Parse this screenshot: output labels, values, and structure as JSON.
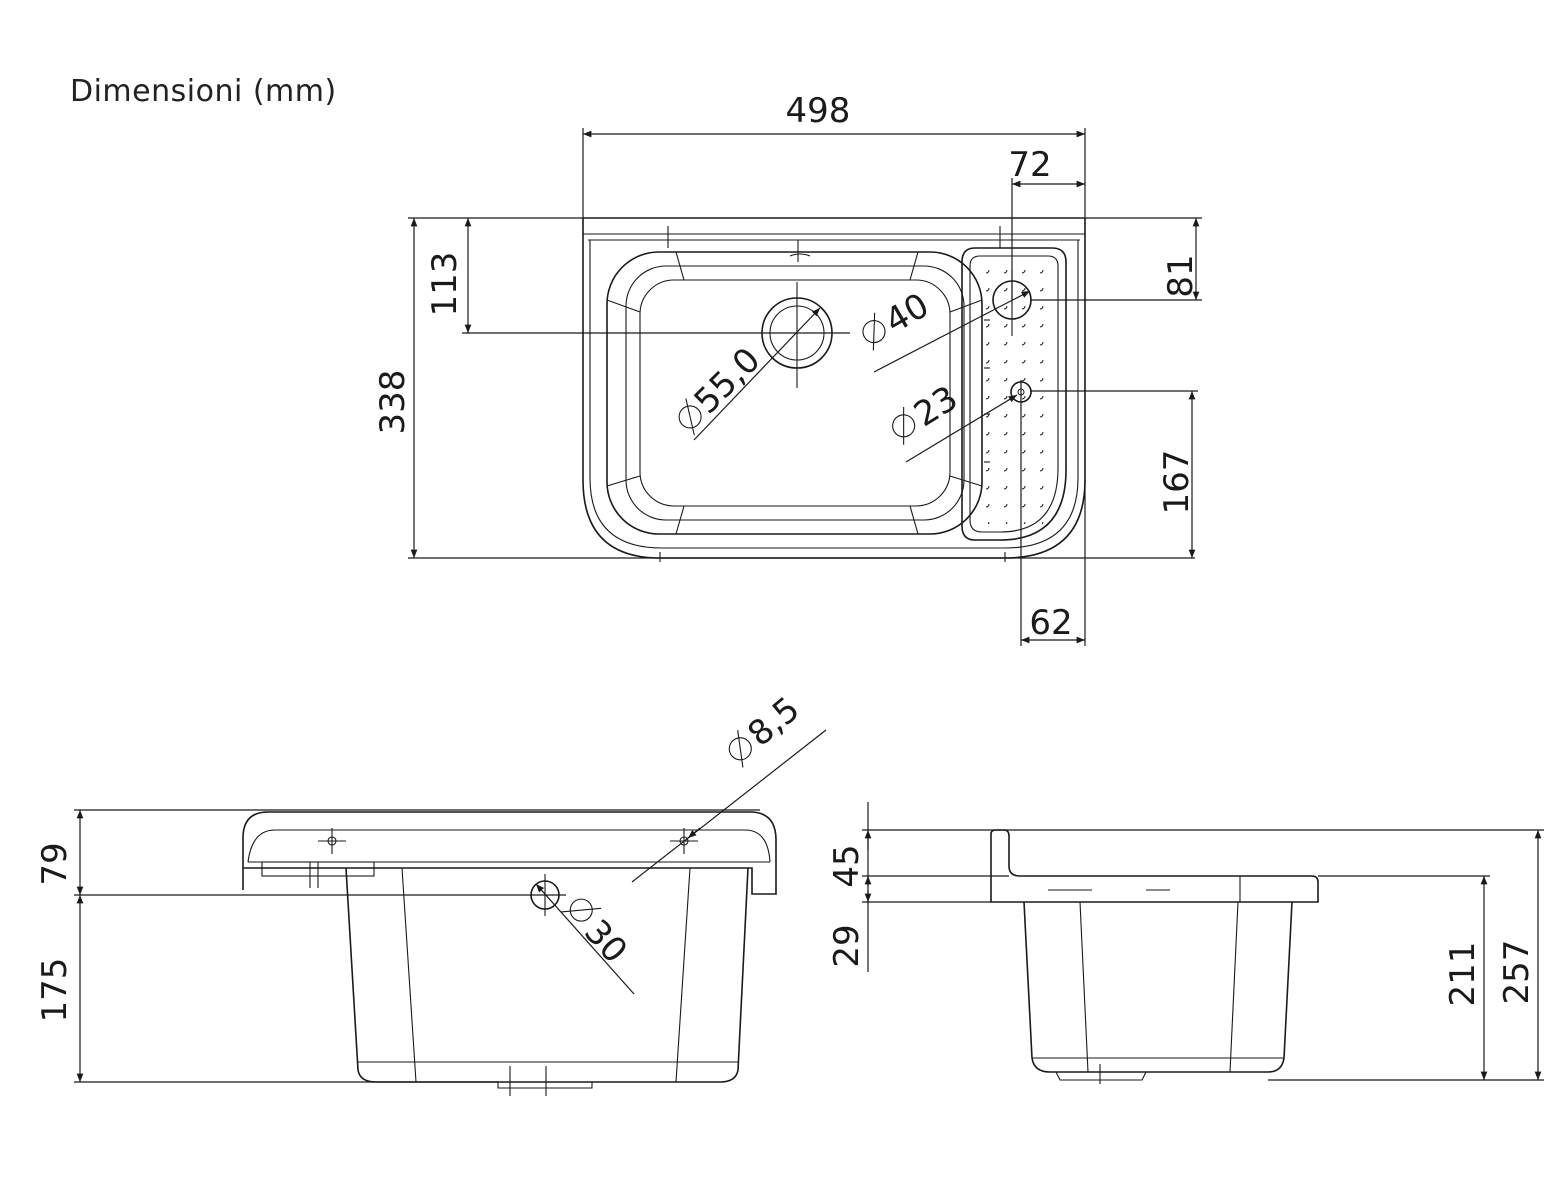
{
  "title": "Dimensioni (mm)",
  "dimensions": {
    "overall_width": "498",
    "drainboard_width": "72",
    "overall_depth": "338",
    "drain_offset_y": "113",
    "overflow_offset_y": "81",
    "tap_hole_offset_y": "167",
    "tap_hole_offset_x": "62",
    "drain_diameter": "55,0",
    "overflow_diameter": "40",
    "tap_hole_diameter": "23",
    "fixing_hole_diameter": "8,5",
    "rear_hole_diameter": "30",
    "front_rim_height": "79",
    "front_basin_height": "175",
    "side_upstand_height": "45",
    "side_rim_height": "29",
    "side_basin_height": "211",
    "side_total_height": "257"
  }
}
